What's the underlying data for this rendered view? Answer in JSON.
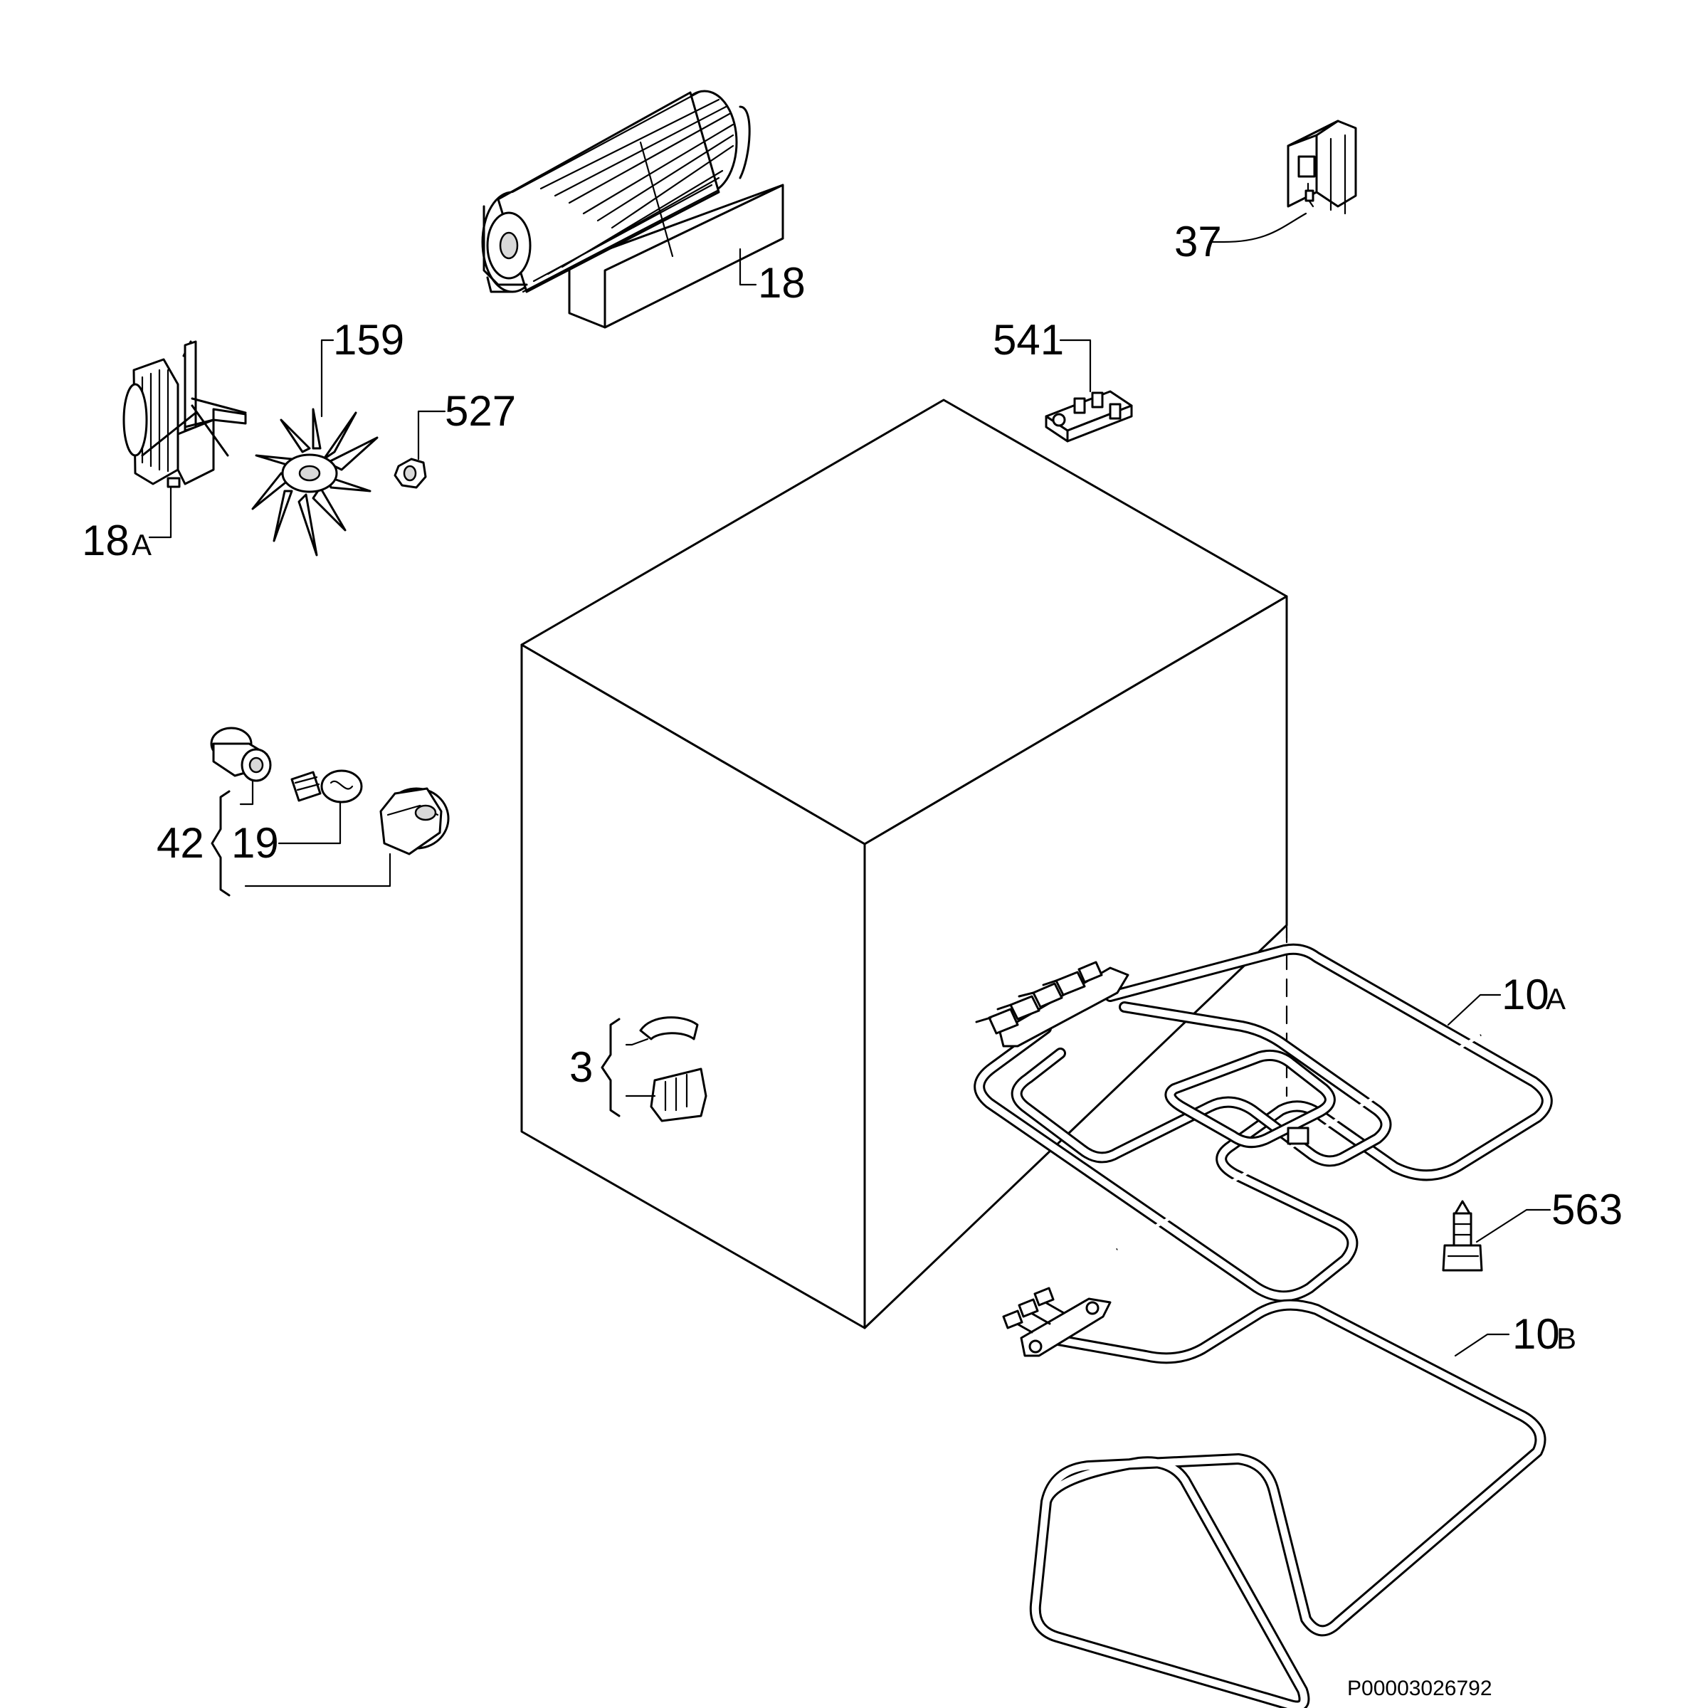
{
  "parts": {
    "p18": {
      "label": "18"
    },
    "p37": {
      "label": "37"
    },
    "p159": {
      "label": "159"
    },
    "p527": {
      "label": "527"
    },
    "p541": {
      "label": "541"
    },
    "p18a": {
      "label": "18",
      "suffix": "A"
    },
    "p42": {
      "label": "42"
    },
    "p19": {
      "label": "19"
    },
    "p3": {
      "label": "3"
    },
    "p10a": {
      "label": "10",
      "suffix": "A"
    },
    "p563": {
      "label": "563"
    },
    "p10b": {
      "label": "10",
      "suffix": "B"
    }
  },
  "drawing_code": "P00003026792",
  "icons": {
    "oven_cavity": "cube-box-icon",
    "tangential_fan": "cylinder-fan-icon",
    "fan_motor": "motor-icon",
    "fan_blade": "fan-blade-icon",
    "nut": "hex-nut-icon",
    "terminal_block": "terminal-block-icon",
    "switch": "switch-icon",
    "lamp_holder": "lamp-holder-icon",
    "lamp_bulb": "bulb-icon",
    "lamp_cover": "glass-cover-icon",
    "clips": "clip-icon",
    "heating_element": "heating-coil-icon",
    "sensor": "sensor-icon"
  }
}
